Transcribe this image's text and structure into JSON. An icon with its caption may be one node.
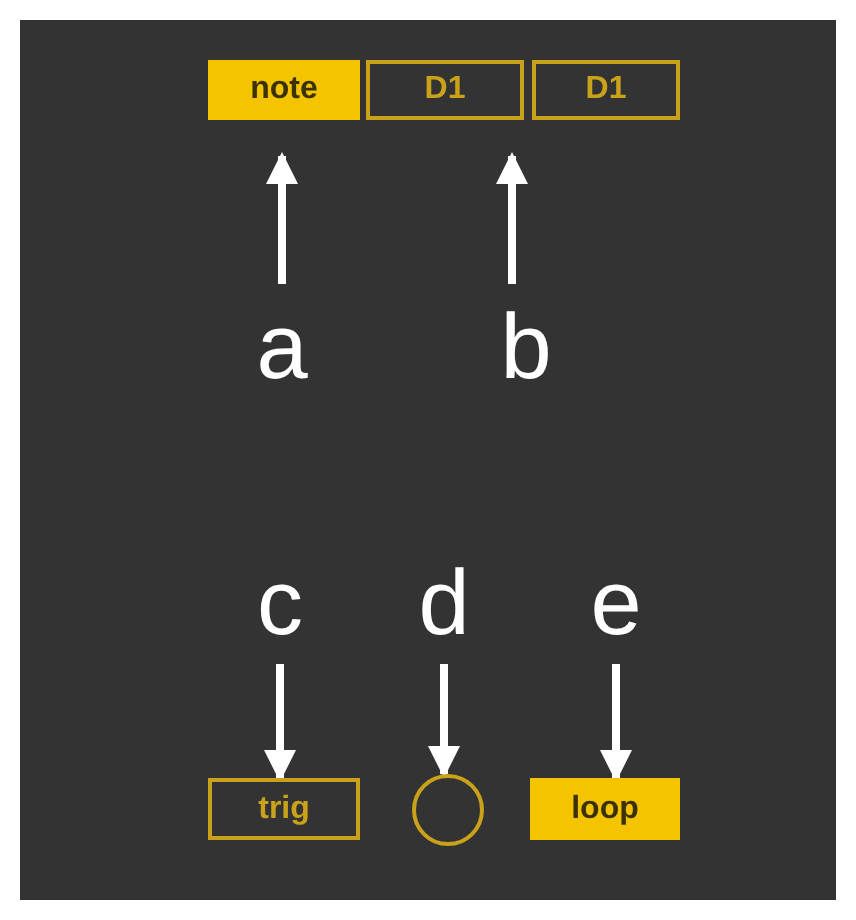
{
  "diagram": {
    "nodes": [
      {
        "text": [
          "note"
        ]
      },
      {
        "text": [
          "D1"
        ]
      },
      {
        "text": [
          "D1"
        ]
      },
      {
        "text": [
          "a"
        ]
      },
      {
        "text": [
          "b"
        ]
      },
      {
        "text": [
          "c"
        ]
      },
      {
        "text": [
          "d"
        ]
      },
      {
        "text": [
          "e"
        ]
      },
      {
        "text": [
          "trig"
        ]
      },
      {
        "text": [],
        "shape": "circle"
      },
      {
        "text": [
          "loop"
        ]
      }
    ],
    "edges": [
      {
        "from": 3,
        "to": 0,
        "arrow": "to"
      },
      {
        "from": 4,
        "to": 1,
        "arrow": "to"
      },
      {
        "from": 5,
        "to": 8,
        "arrow": "to"
      },
      {
        "from": 6,
        "to": 9,
        "arrow": "to"
      },
      {
        "from": 7,
        "to": 10,
        "arrow": "to"
      }
    ]
  }
}
